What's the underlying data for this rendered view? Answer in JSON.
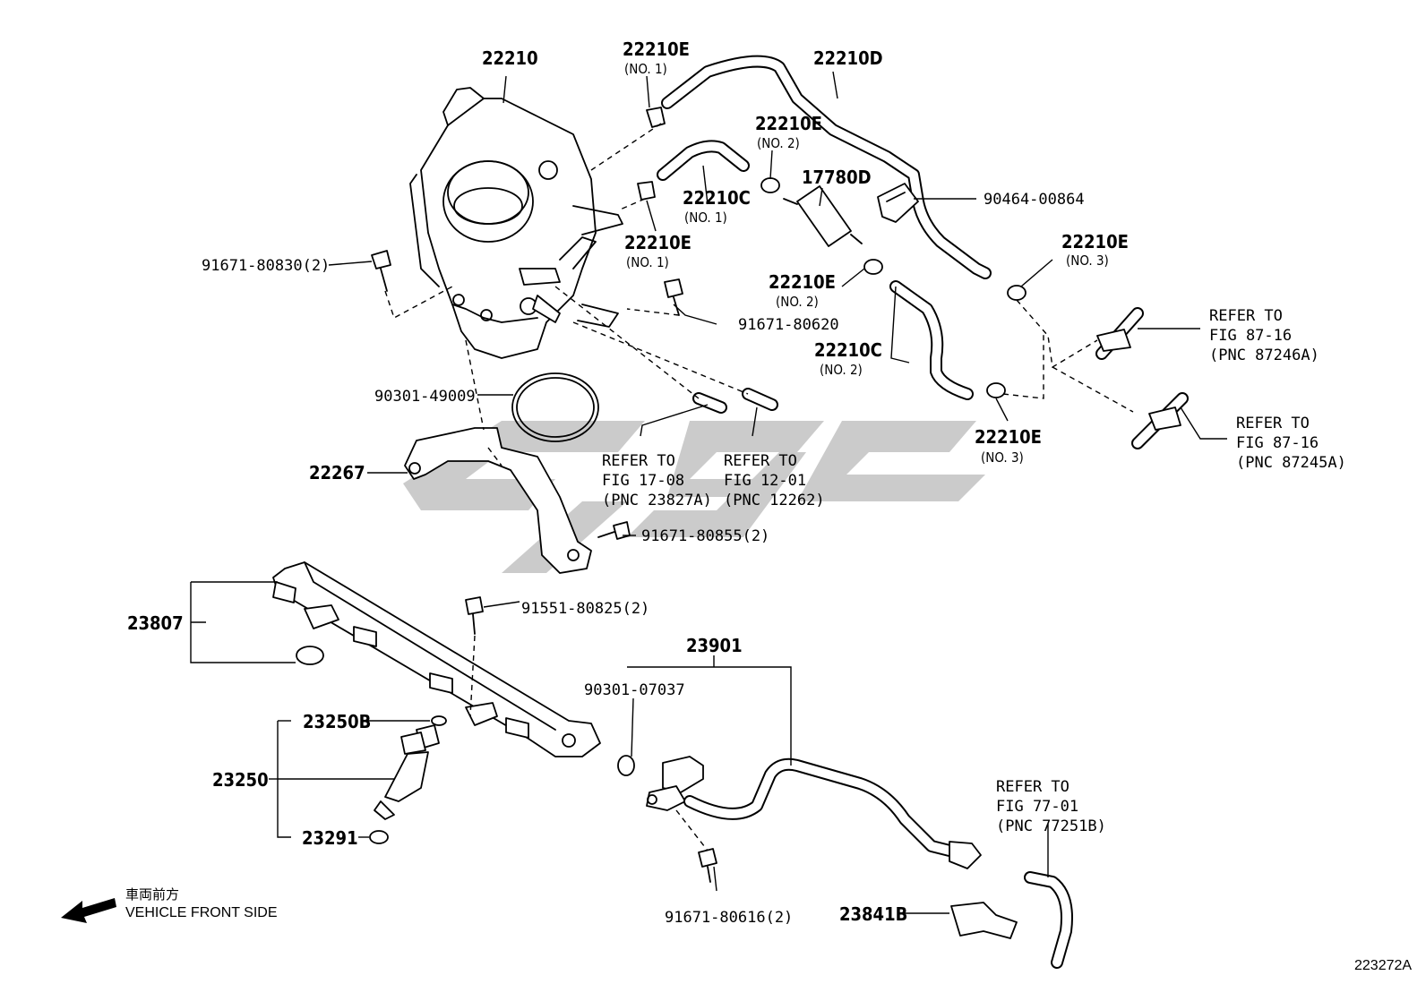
{
  "figure_id": "223272A",
  "front_note": {
    "jp": "車両前方",
    "en": "VEHICLE FRONT SIDE"
  },
  "labels": {
    "throttle_body": "22210",
    "hose_d": "22210D",
    "clamp_e": "22210E",
    "no1": "(NO. 1)",
    "no2": "(NO. 2)",
    "no3": "(NO. 3)",
    "hose_c": "22210C",
    "filter": "17780D",
    "clip": "90464-00864",
    "bolt_830": "91671-80830(2)",
    "bolt_620": "91671-80620",
    "gasket": "90301-49009",
    "bracket": "22267",
    "bolt_855": "91671-80855(2)",
    "delivery_pipe": "23807",
    "bolt_825": "91551-80825(2)",
    "pipe_assy": "23901",
    "o_ring": "90301-07037",
    "injector_oring": "23250B",
    "injector": "23250",
    "insulator": "23291",
    "bolt_616": "91671-80616(2)",
    "clamp_b": "23841B"
  },
  "refs": {
    "fig_17_08": [
      "REFER TO",
      "FIG  17-08",
      "(PNC 23827A)"
    ],
    "fig_12_01": [
      "REFER TO",
      "FIG  12-01",
      "(PNC 12262)"
    ],
    "fig_87_16a": [
      "REFER TO",
      "FIG  87-16",
      "(PNC 87246A)"
    ],
    "fig_87_16b": [
      "REFER TO",
      "FIG  87-16",
      "(PNC 87245A)"
    ],
    "fig_77_01": [
      "REFER TO",
      "FIG  77-01",
      "(PNC 77251B)"
    ]
  }
}
